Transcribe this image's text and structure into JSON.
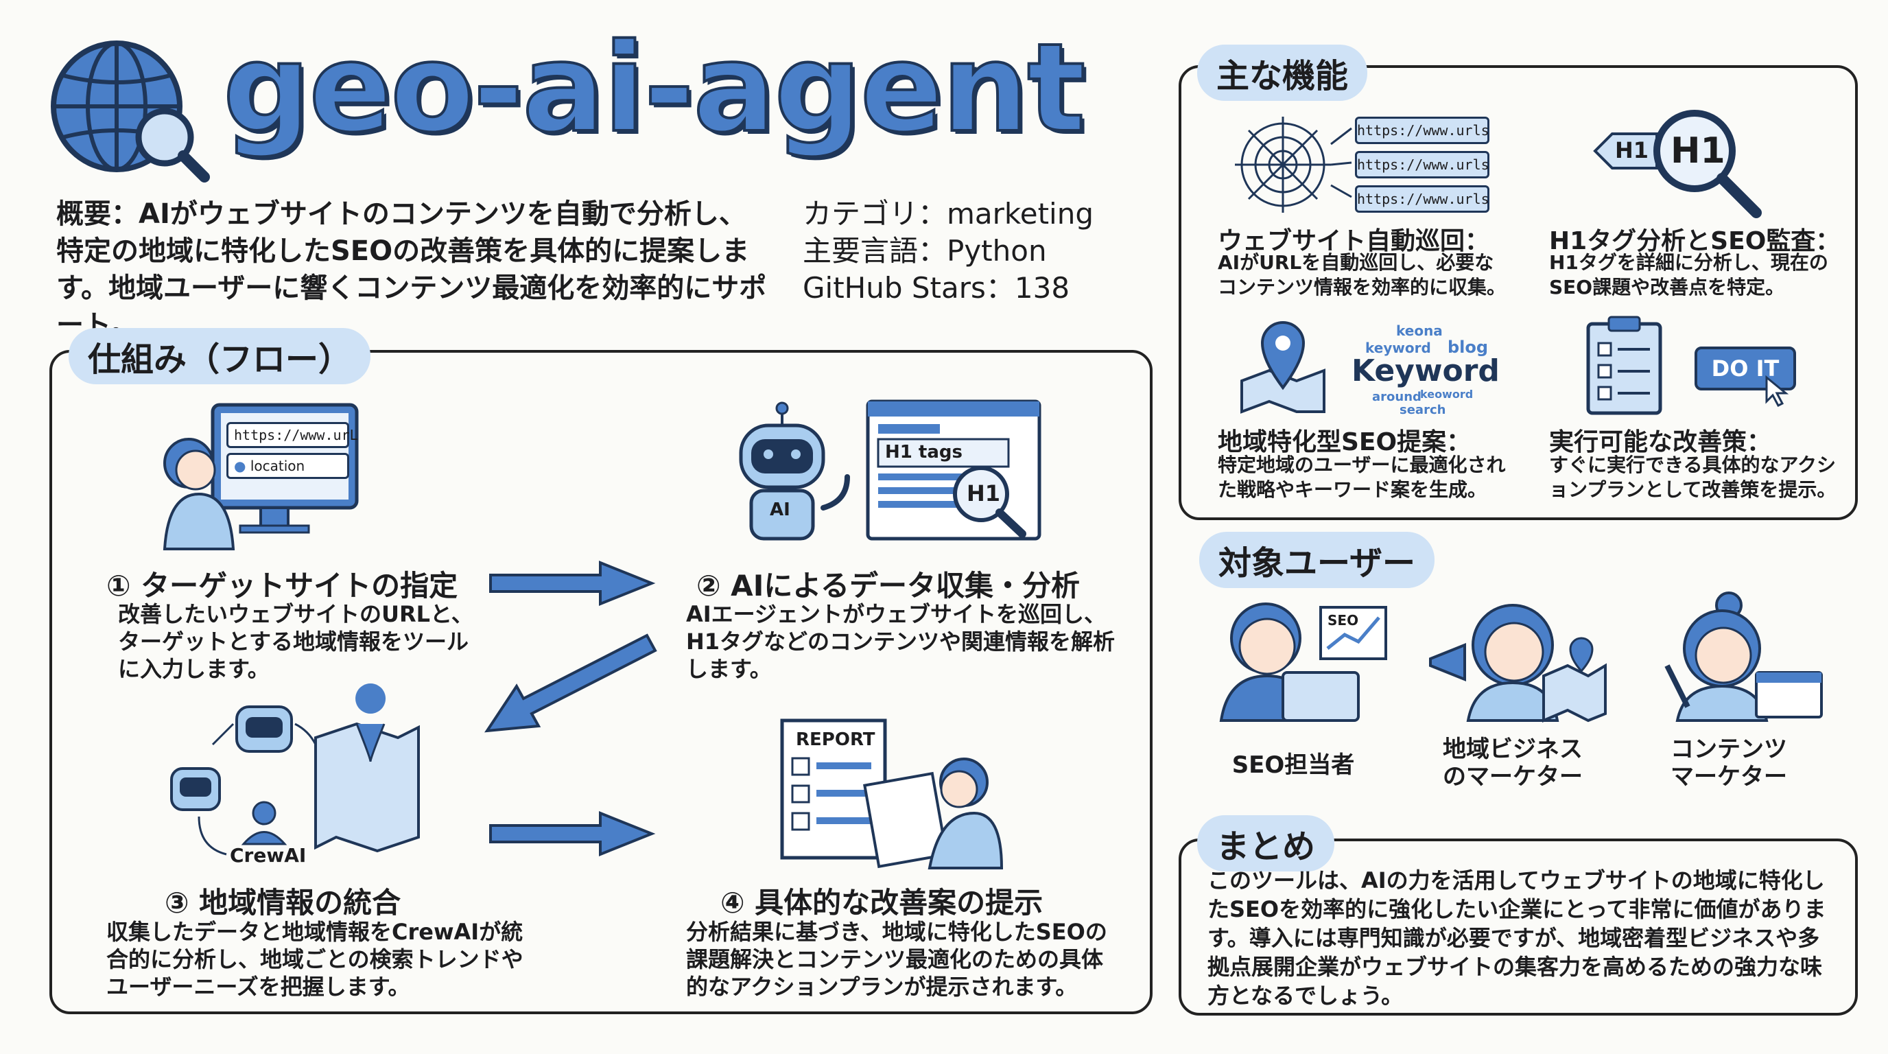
{
  "header": {
    "title": "geo-ai-agent",
    "overview": "概要：AIがウェブサイトのコンテンツを自動で分析し、特定の地域に特化したSEOの改善策を具体的に提案します。地域ユーザーに響くコンテンツ最適化を効率的にサポート。",
    "category": "カテゴリ：marketing",
    "language": "主要言語：Python",
    "stars": "GitHub Stars：138"
  },
  "flow": {
    "heading": "仕組み（フロー）",
    "steps": [
      {
        "title": "① ターゲットサイトの指定",
        "desc": "改善したいウェブサイトのURLと、ターゲットとする地域情報をツールに入力します。",
        "url_text": "https://www.urL",
        "location_text": "location"
      },
      {
        "title": "② AIによるデータ収集・分析",
        "desc": "AIエージェントがウェブサイトを巡回し、H1タグなどのコンテンツや関連情報を解析します。",
        "h1tags_text": "H1 tags",
        "h1_text": "H1",
        "ai_text": "AI"
      },
      {
        "title": "③ 地域情報の統合",
        "desc": "収集したデータと地域情報をCrewAIが統合的に分析し、地域ごとの検索トレンドやユーザーニーズを把握します。",
        "crewai_text": "CrewAI"
      },
      {
        "title": "④ 具体的な改善案の提示",
        "desc": "分析結果に基づき、地域に特化したSEOの課題解決とコンテンツ最適化のための具体的なアクションプランが提示されます。",
        "report_text": "REPORT"
      }
    ]
  },
  "features": {
    "heading": "主な機能",
    "items": [
      {
        "title": "ウェブサイト自動巡回：",
        "desc": "AIがURLを自動巡回し、必要なコンテンツ情報を効率的に収集。",
        "urls": [
          "https://www.urls",
          "https://www.urls",
          "https://www.urls"
        ]
      },
      {
        "title": "H1タグ分析とSEO監査：",
        "desc": "H1タグを詳細に分析し、現在のSEO課題や改善点を特定。",
        "tag_text": "H1",
        "lens_text": "H1"
      },
      {
        "title": "地域特化型SEO提案：",
        "desc": "特定地域のユーザーに最適化された戦略やキーワード案を生成。",
        "words": [
          "keona",
          "keyword",
          "blog",
          "Keyword",
          "around",
          "keoword",
          "search"
        ]
      },
      {
        "title": "実行可能な改善策：",
        "desc": "すぐに実行できる具体的なアクションプランとして改善策を提示。",
        "button_text": "DO IT"
      }
    ]
  },
  "users": {
    "heading": "対象ユーザー",
    "items": [
      {
        "label": "SEO担当者",
        "badge": "SEO"
      },
      {
        "label": "地域ビジネスのマーケター"
      },
      {
        "label": "コンテンツマーケター"
      }
    ]
  },
  "summary": {
    "heading": "まとめ",
    "text": "このツールは、AIの力を活用してウェブサイトの地域に特化したSEOを効率的に強化したい企業にとって非常に価値があります。導入には専門知識が必要ですが、地域密着型ビジネスや多拠点展開企業がウェブサイトの集客力を高めるための強力な味方となるでしょう。"
  },
  "colors": {
    "accent": "#4a7fc8",
    "accent_dark": "#1f3658",
    "pill": "#cfe2f6",
    "light_blue": "#a9cdef"
  }
}
